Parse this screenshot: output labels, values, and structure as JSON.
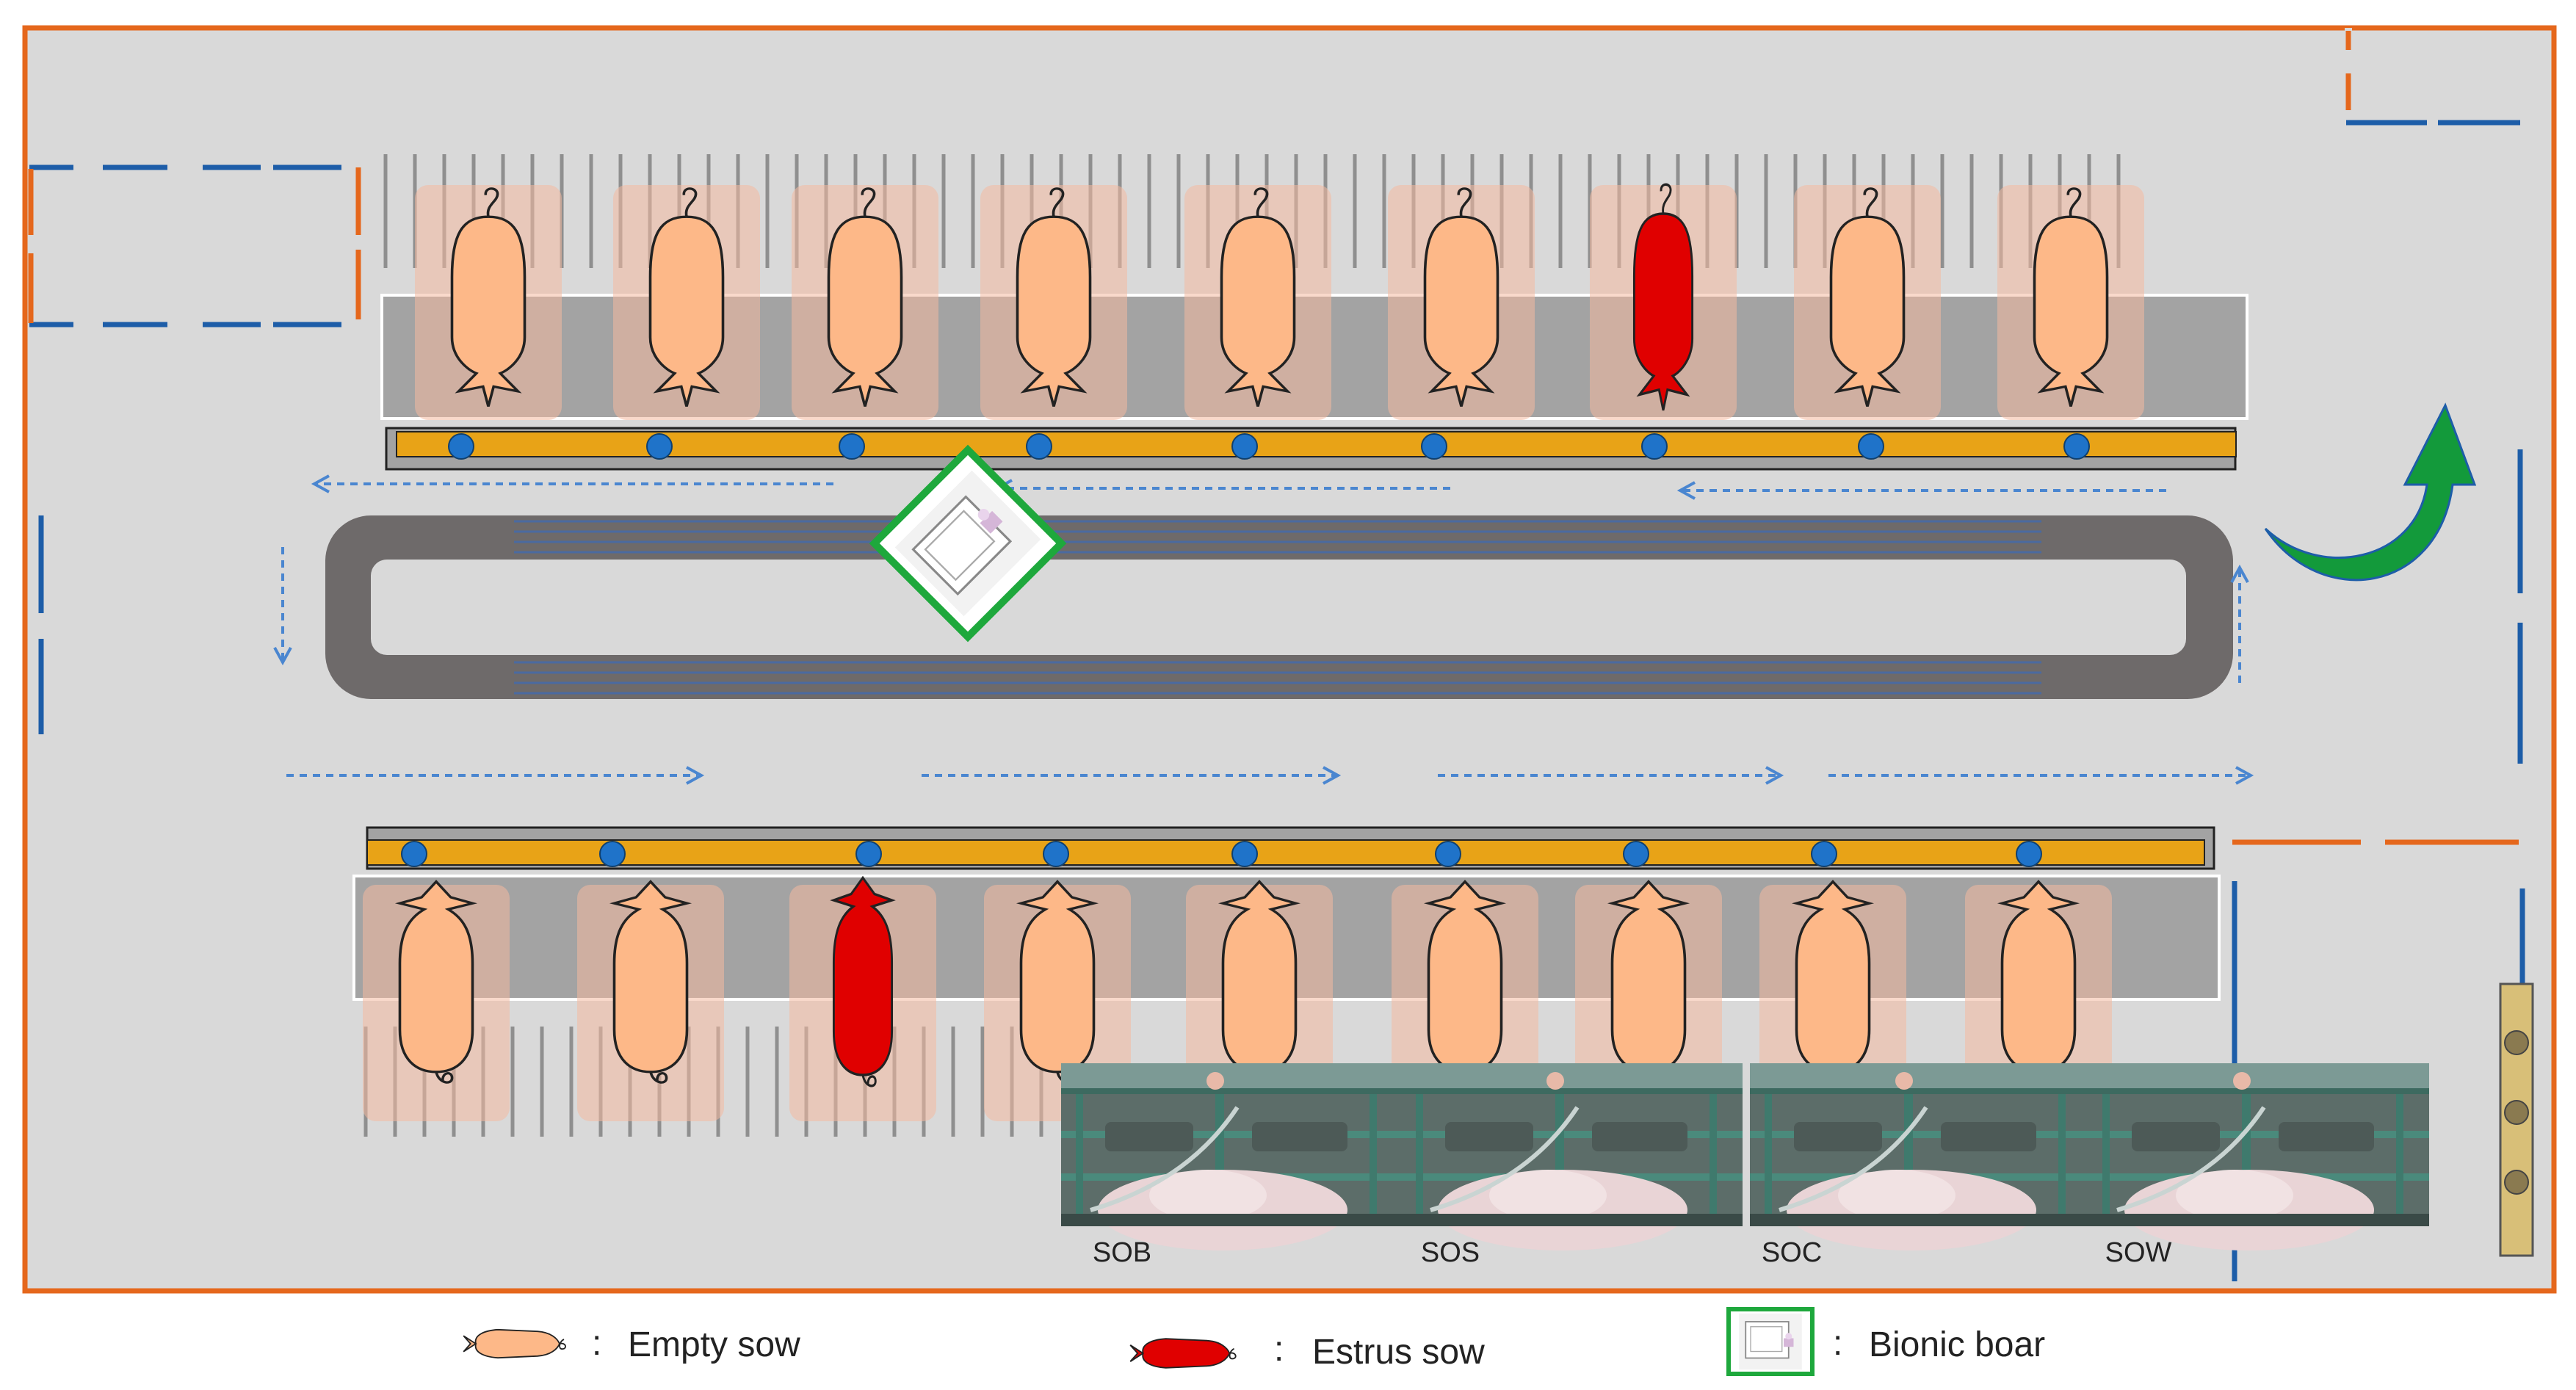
{
  "camera_labels": [
    "SOB",
    "SOS",
    "SOC",
    "SOW"
  ],
  "legend": {
    "separator": ":",
    "empty_sow": "Empty sow",
    "estrus_sow": "Estrus sow",
    "bionic_boar": "Bionic boar"
  },
  "colors": {
    "empty_sow": "#FDB888",
    "estrus_sow": "#E00000",
    "bionic_boar_frame": "#1EA83C",
    "wall": "#E5671C",
    "door": "#1D5DA8",
    "rail": "#E8A317",
    "sensor": "#1F73C9",
    "track": "#6E6A6A",
    "floor": "#D9D9D9",
    "flow_arrow": "#4A86D0",
    "turn_arrow": "#139A3B"
  },
  "top_row_states": [
    "empty",
    "empty",
    "empty",
    "empty",
    "empty",
    "empty",
    "estrus",
    "empty",
    "empty"
  ],
  "bottom_row_states": [
    "empty",
    "empty",
    "estrus",
    "empty",
    "empty",
    "empty",
    "empty",
    "empty",
    "empty"
  ]
}
